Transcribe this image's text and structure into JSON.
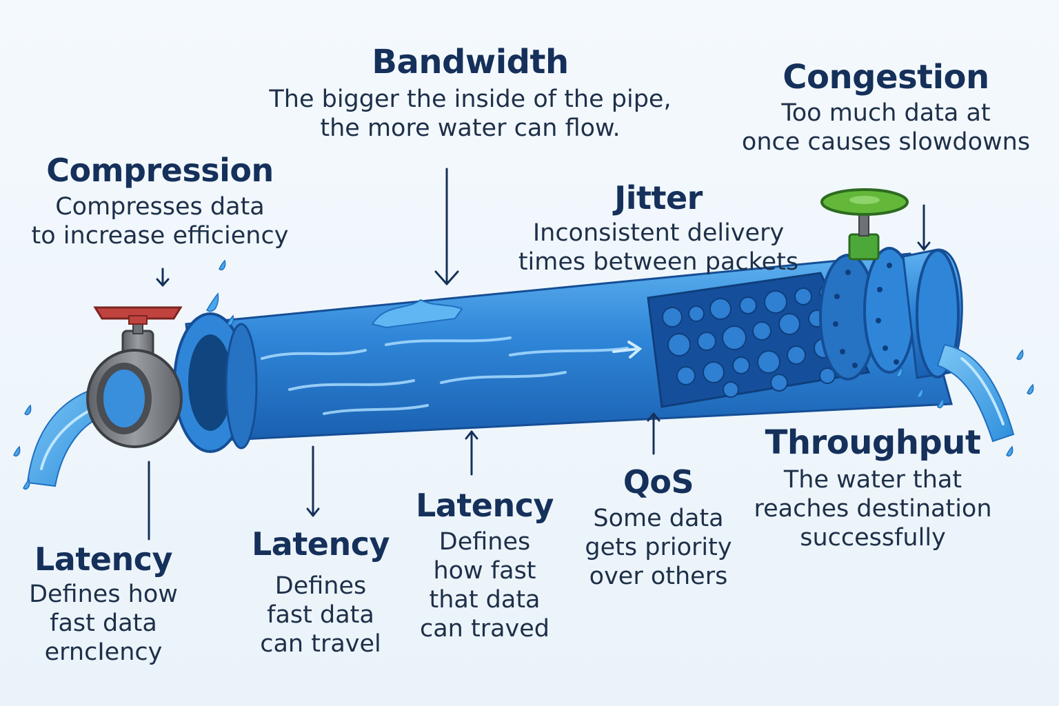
{
  "labels": {
    "bandwidth": {
      "title": "Bandwidth",
      "lines": [
        "The bigger the inside of the pipe,",
        "the more water can flow."
      ]
    },
    "congestion": {
      "title": "Congestion",
      "lines": [
        "Too much data at",
        "once causes slowdowns"
      ]
    },
    "compression": {
      "title": "Compression",
      "lines": [
        "Compresses data",
        "to increase efficiency"
      ]
    },
    "jitter": {
      "title": "Jitter",
      "lines": [
        "Inconsistent delivery",
        "times between packets"
      ]
    },
    "latency_1": {
      "title": "Latency",
      "lines": [
        "Defines how",
        "fast data",
        "erncIency"
      ]
    },
    "latency_2": {
      "title": "Latency",
      "lines": [
        "Defines",
        "fast data",
        "can travel"
      ]
    },
    "latency_3": {
      "title": "Latency",
      "lines": [
        "Defines",
        "how fast",
        "that data",
        "can traved"
      ]
    },
    "qos": {
      "title": "QoS",
      "lines": [
        "Some data",
        "gets priority",
        "over others"
      ]
    },
    "throughput": {
      "title": "Throughput",
      "lines": [
        "The water that",
        "reaches destination",
        "successfully"
      ]
    }
  },
  "colors": {
    "pipe": "#2f86d8",
    "pipe_dark": "#1a5fb0",
    "water": "#4aa8ea",
    "valve_handle_left": "#c0433f",
    "valve_handle_right": "#63b83a",
    "valve_body": "#7a7d82",
    "text_heading": "#15305a"
  },
  "icons": [
    "gate-valve-icon",
    "water-drop-icon",
    "arrow-down-icon",
    "arrow-up-icon",
    "packet-bubble-icon"
  ]
}
